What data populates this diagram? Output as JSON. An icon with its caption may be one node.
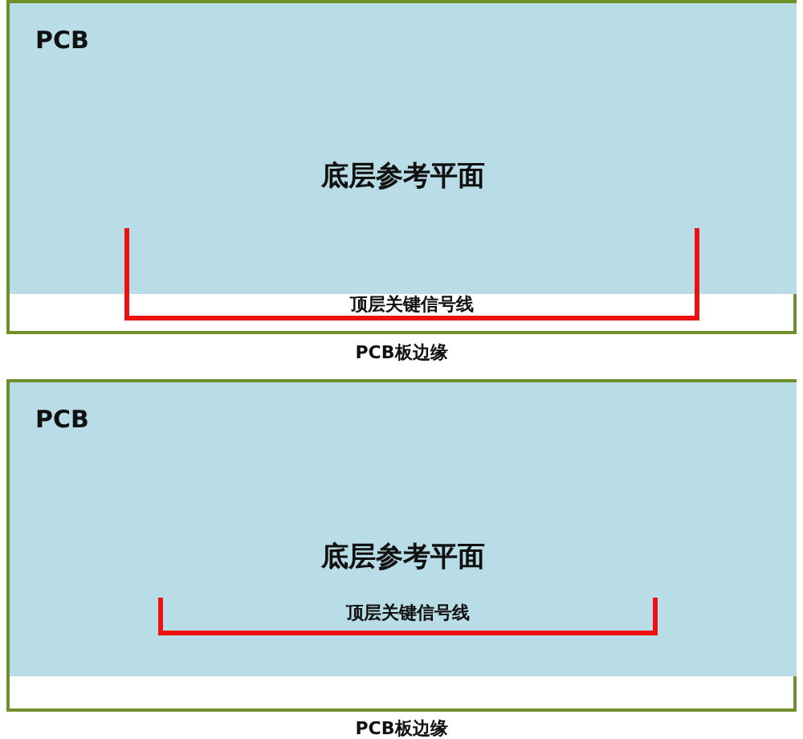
{
  "diagram": {
    "nodes": [
      {
        "text": [],
        "shape": "box"
      },
      {
        "text": [
          "PCB",
          "底层参考平面"
        ],
        "in": 0
      },
      {
        "text": [
          "顶层关键信号线"
        ],
        "in": 0
      },
      {
        "text": [],
        "shape": "box"
      },
      {
        "text": [
          "PCB",
          "底层参考平面"
        ],
        "in": 3
      },
      {
        "text": [
          "顶层关键信号线"
        ],
        "in": 4
      }
    ],
    "labels": [
      "PCB板边缘",
      "PCB板边缘"
    ]
  }
}
